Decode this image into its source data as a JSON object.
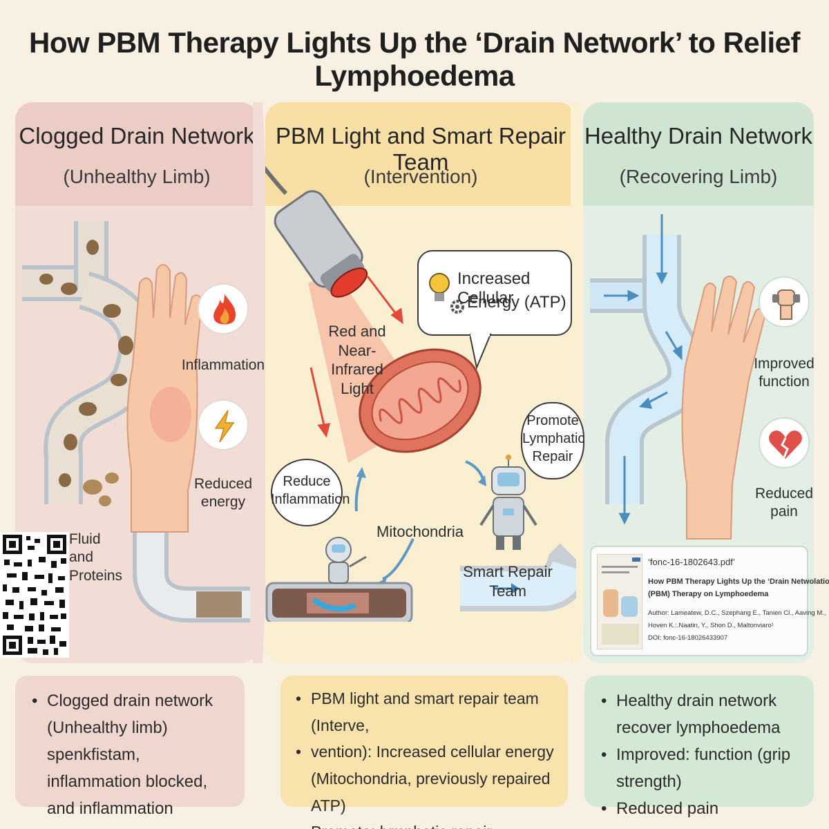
{
  "title": "How PBM Therapy Lights Up the ‘Drain Network’ to Relief Lymphoedema",
  "panels": {
    "left": {
      "title": "Clogged Drain Network",
      "subtitle": "(Unhealthy Limb)",
      "labels": {
        "inflammation": "Inflammation",
        "reduced_energy_1": "Reduced",
        "reduced_energy_2": "energy",
        "fluid_1": "Fluid and",
        "fluid_2": "Proteins"
      },
      "summary": "Clogged drain network (Unhealthy limb) spenkfistam, inflammation blocked, and inflammation"
    },
    "middle": {
      "title": "PBM Light and Smart Repair Team",
      "subtitle": "(Intervention)",
      "labels": {
        "light_1": "Red and",
        "light_2": "Near-Infrared",
        "light_3": "Light",
        "atp_1": "Increased Cellular",
        "atp_2": "Energy (ATP)",
        "mito": "Mitochondria",
        "reduce_1": "Reduce",
        "reduce_2": "Inflammation",
        "promote_1": "Promote",
        "promote_2": "Lymphatic",
        "promote_3": "Repair",
        "team": "Smart Repair Team"
      },
      "summary": [
        "PBM light and smart repair team (Interve,",
        "vention): Increased cellular energy",
        "(Mitochondria, previously repaired ATP)",
        "Promote: lymphatic repair"
      ]
    },
    "right": {
      "title": "Healthy Drain Network",
      "subtitle": "(Recovering Limb)",
      "labels": {
        "improved_1": "Improved",
        "improved_2": "function",
        "pain_1": "Reduced",
        "pain_2": "pain"
      },
      "document": {
        "filename": "‘fonc-16-1802643.pdf’",
        "title_1": "How PBM Therapy Lights Up the ‘Drain Netwolation",
        "title_2": "(PBM) Therapy on Lymphoedema",
        "author_1": "Author: Lameatew, D.C., Szephang E., Tanien Cl., Aaving M.,",
        "author_2": "Hoven K.:.Naatin, Y., Shon D., Maltonviaro¹",
        "doi": "DOI: fonc-16-18026433907"
      },
      "summary": [
        "Healthy drain network recover lymphoedema",
        "Improved: function (grip strength)",
        "Reduced pain"
      ]
    }
  },
  "colors": {
    "background": "#f7f0e3",
    "left_panel": "#f1ddd6",
    "left_header": "#ebcdc6",
    "middle_panel": "#fbefd2",
    "middle_header": "#f7dfa6",
    "right_panel": "#e3efe4",
    "right_header": "#cfe5d2",
    "light_red": "#e24a3b",
    "mito": "#e0735e",
    "pipe_blue": "#9fc7e0",
    "clog_brown": "#8a6a45"
  },
  "icons": [
    "fire-icon",
    "lightning-icon",
    "lightbulb-icon",
    "gear-icon",
    "robot-icon",
    "fist-icon",
    "broken-heart-icon",
    "qr-code",
    "arrow-icon"
  ]
}
